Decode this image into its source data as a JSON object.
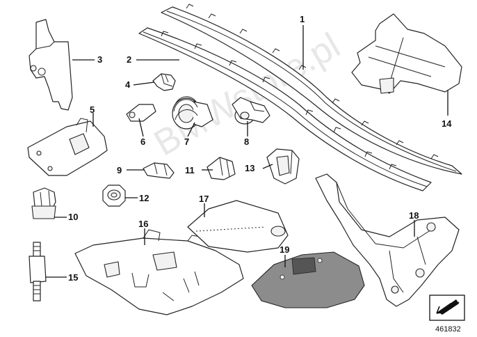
{
  "diagram": {
    "callouts": [
      "1",
      "2",
      "3",
      "4",
      "5",
      "6",
      "7",
      "8",
      "9",
      "10",
      "11",
      "12",
      "13",
      "14",
      "15",
      "16",
      "17",
      "18",
      "19"
    ],
    "watermark": "BMWstore.pl",
    "document_number": "461832"
  }
}
